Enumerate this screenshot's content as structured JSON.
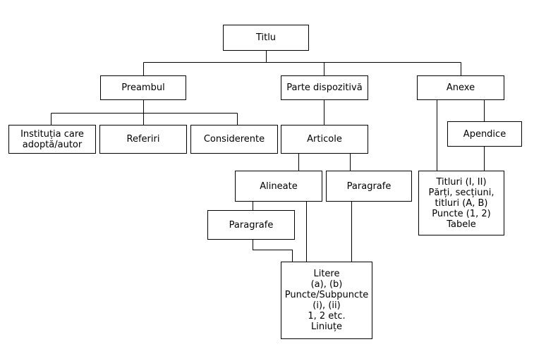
{
  "diagram": {
    "nodes": {
      "titlu": {
        "lines": [
          "Titlu"
        ]
      },
      "preambul": {
        "lines": [
          "Preambul"
        ]
      },
      "parte": {
        "lines": [
          "Parte dispozitivă"
        ]
      },
      "anexe": {
        "lines": [
          "Anexe"
        ]
      },
      "institutia": {
        "lines": [
          "Instituția care",
          "adoptă/autor"
        ]
      },
      "referiri": {
        "lines": [
          "Referiri"
        ]
      },
      "considerente": {
        "lines": [
          "Considerente"
        ]
      },
      "articole": {
        "lines": [
          "Articole"
        ]
      },
      "apendice": {
        "lines": [
          "Apendice"
        ]
      },
      "alineate": {
        "lines": [
          "Alineate"
        ]
      },
      "paragrafe1": {
        "lines": [
          "Paragrafe"
        ]
      },
      "titluri": {
        "lines": [
          "Titluri (I, II)",
          "Părți, secțiuni,",
          "titluri (A, B)",
          "Puncte (1, 2)",
          "Tabele"
        ]
      },
      "paragrafe2": {
        "lines": [
          "Paragrafe"
        ]
      },
      "litere": {
        "lines": [
          "Litere",
          "(a), (b)",
          "Puncte/Subpuncte",
          "(i), (ii)",
          "1, 2 etc.",
          "Liniuțe"
        ]
      }
    }
  }
}
